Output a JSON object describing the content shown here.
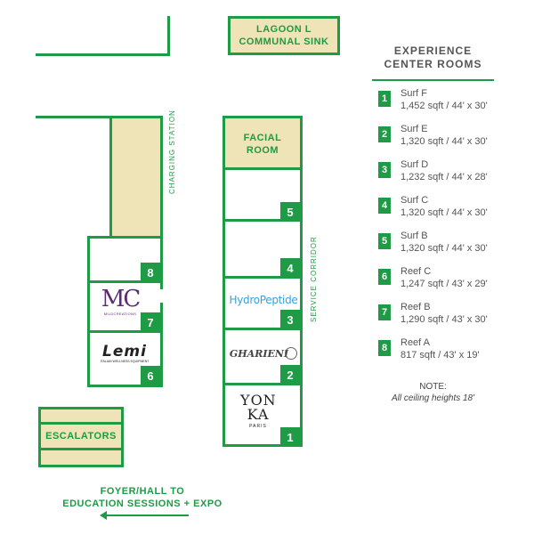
{
  "map": {
    "lagoon": [
      "LAGOON L",
      "COMMUNAL SINK"
    ],
    "facial": [
      "FACIAL",
      "ROOM"
    ],
    "escalators": "ESCALATORS",
    "charging_station": "CHARGING STATION",
    "service_corridor": "SERVICE CORRIDOR",
    "foyer": [
      "FOYER/HALL TO",
      "EDUCATION SESSIONS + EXPO"
    ],
    "room_numbers": {
      "r1": "1",
      "r2": "2",
      "r3": "3",
      "r4": "4",
      "r5": "5",
      "r6": "6",
      "r7": "7",
      "r8": "8"
    },
    "logos": {
      "mc": "MC",
      "mc_sub": "MILDCREATIONS",
      "lemi": "Lemi",
      "lemi_sub": "ITALIAN WELLNESS EQUIPMENT",
      "hydro": "HydroPeptide",
      "gharieni": "GHARIENI",
      "yonka": "YON KA",
      "yonka_sub": "PARIS"
    },
    "colors": {
      "green": "#1f9a45",
      "tan": "#efe3b8"
    }
  },
  "legend": {
    "title": [
      "EXPERIENCE",
      "CENTER ROOMS"
    ],
    "rooms": [
      {
        "num": "1",
        "name": "Surf F",
        "dims": "1,452 sqft / 44' x 30'"
      },
      {
        "num": "2",
        "name": "Surf E",
        "dims": "1,320 sqft / 44' x 30'"
      },
      {
        "num": "3",
        "name": "Surf D",
        "dims": "1,232 sqft / 44' x 28'"
      },
      {
        "num": "4",
        "name": "Surf C",
        "dims": "1,320 sqft / 44' x 30'"
      },
      {
        "num": "5",
        "name": "Surf B",
        "dims": "1,320 sqft / 44' x 30'"
      },
      {
        "num": "6",
        "name": "Reef C",
        "dims": "1,247 sqft / 43' x 29'"
      },
      {
        "num": "7",
        "name": "Reef B",
        "dims": "1,290 sqft / 43' x 30'"
      },
      {
        "num": "8",
        "name": "Reef A",
        "dims": "817 sqft / 43' x 19'"
      }
    ],
    "note_title": "NOTE:",
    "note_text": "All ceiling heights 18'"
  }
}
